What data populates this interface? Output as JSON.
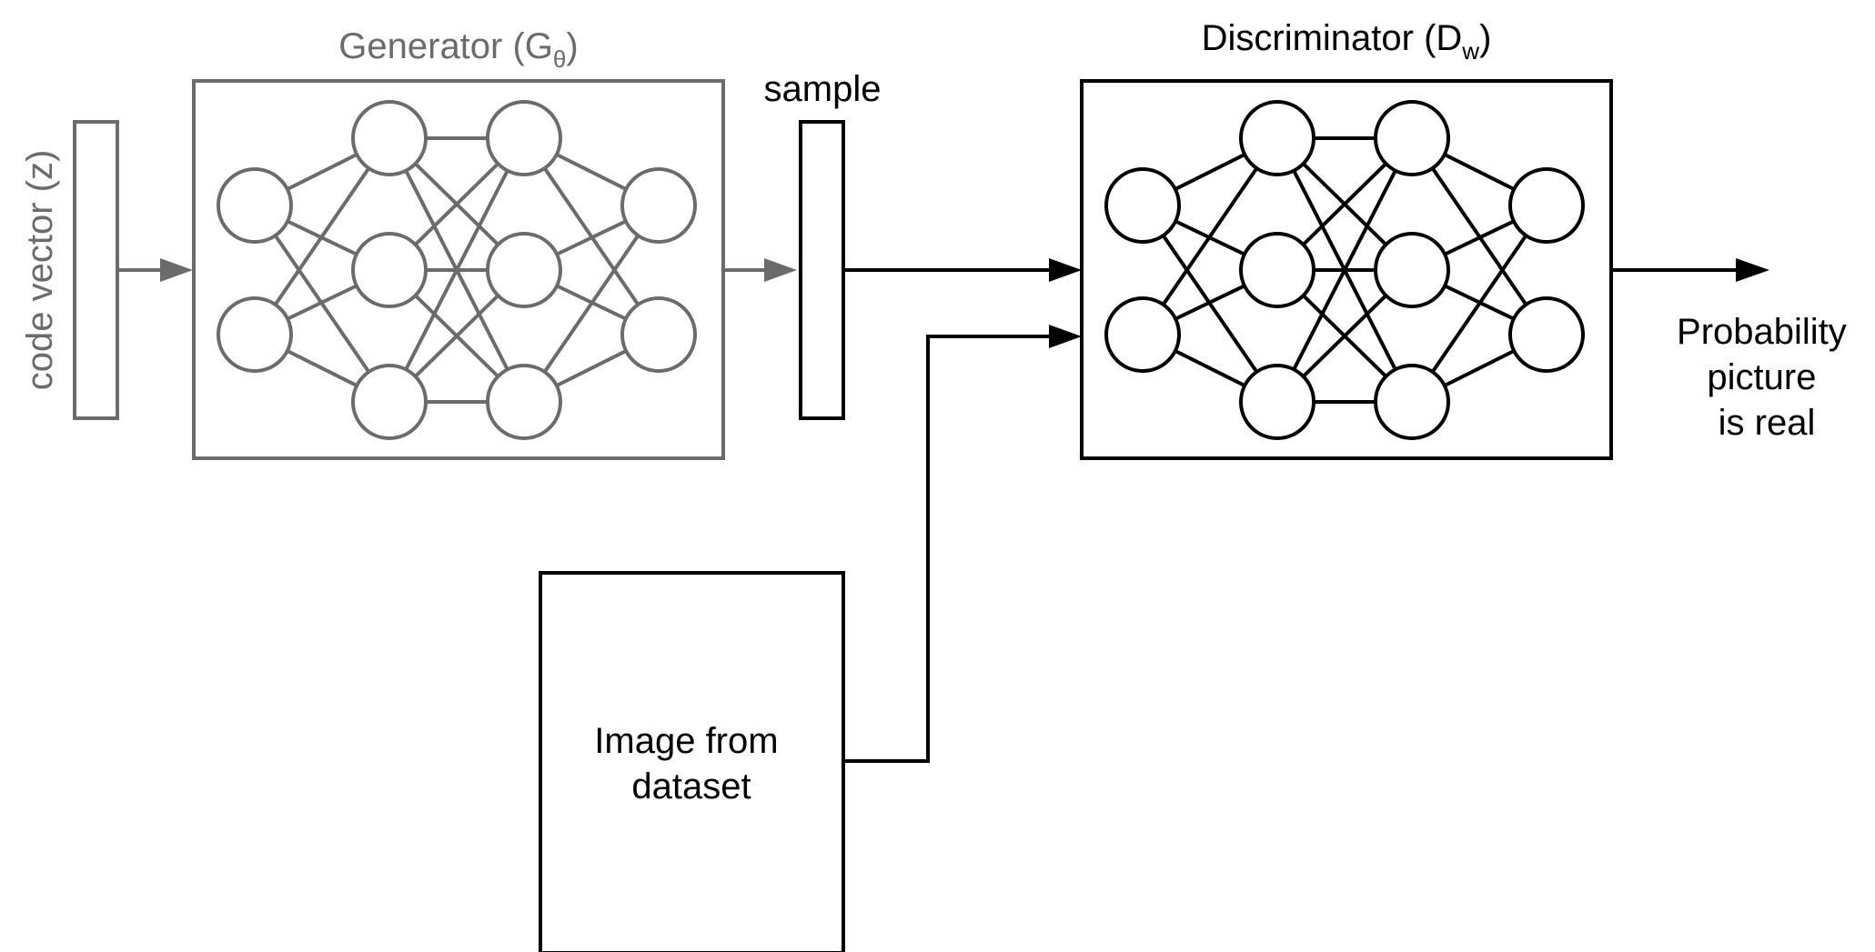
{
  "generator": {
    "title_main": "Generator (G",
    "title_sub": "θ",
    "title_close": ")",
    "color": "#6b6b6b"
  },
  "discriminator": {
    "title_main": "Discriminator (D",
    "title_sub": "w",
    "title_close": ")",
    "color": "#000000"
  },
  "code_vector": {
    "label": "code vector (z)"
  },
  "sample": {
    "label": "sample"
  },
  "dataset": {
    "line1": "Image from",
    "line2": "dataset"
  },
  "output": {
    "line1": "Probability",
    "line2": "picture",
    "line3": "is real"
  }
}
